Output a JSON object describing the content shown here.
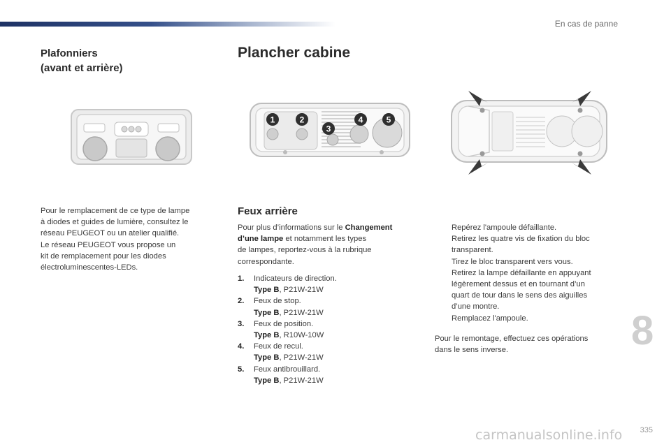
{
  "header": {
    "chapter_title": "En cas de panne"
  },
  "left": {
    "title_line1": "Plafonniers",
    "title_line2": "(avant et arrière)",
    "paragraph_lines": [
      "Pour le remplacement de ce type de lampe",
      "à diodes et guides de lumière, consultez le",
      "réseau PEUGEOT ou un atelier qualifié.",
      "Le réseau PEUGEOT vous propose un",
      "kit de remplacement pour les diodes",
      "électroluminescentes-LEDs."
    ]
  },
  "main": {
    "title": "Plancher cabine",
    "diagram_labels": [
      "1",
      "2",
      "3",
      "4",
      "5"
    ],
    "section_title": "Feux arrière",
    "intro": {
      "line1_pre": "Pour plus d’informations sur le ",
      "line1_bold": "Changement",
      "line2_bold": "d’une lampe",
      "line2_post": " et notamment les types",
      "line3": "de lampes, reportez-vous à la rubrique",
      "line4": "correspondante."
    },
    "items": [
      {
        "num": "1.",
        "name": "Indicateurs de direction.",
        "type_label": "Type B",
        "ref": ", P21W-21W"
      },
      {
        "num": "2.",
        "name": "Feux de stop.",
        "type_label": "Type B",
        "ref": ", P21W-21W"
      },
      {
        "num": "3.",
        "name": "Feux de position.",
        "type_label": "Type B",
        "ref": ", R10W-10W"
      },
      {
        "num": "4.",
        "name": "Feux de recul.",
        "type_label": "Type B",
        "ref": ", P21W-21W"
      },
      {
        "num": "5.",
        "name": "Feux antibrouillard.",
        "type_label": "Type B",
        "ref": ", P21W-21W"
      }
    ]
  },
  "right": {
    "bullet_glyph": "",
    "steps": [
      [
        "Repérez l'ampoule défaillante."
      ],
      [
        "Retirez les quatre vis de fixation du bloc",
        "transparent."
      ],
      [
        "Tirez le bloc transparent vers vous."
      ],
      [
        "Retirez la lampe défaillante en appuyant",
        "légèrement dessus et en tournant d’un",
        "quart de tour dans le sens des aiguilles",
        "d’une montre."
      ],
      [
        "Remplacez l'ampoule."
      ]
    ],
    "closing_lines": [
      "Pour le remontage, effectuez ces opérations",
      "dans le sens inverse."
    ]
  },
  "footer": {
    "chapter_number": "8",
    "page_number": "335",
    "watermark": "carmanualsonline.info"
  }
}
